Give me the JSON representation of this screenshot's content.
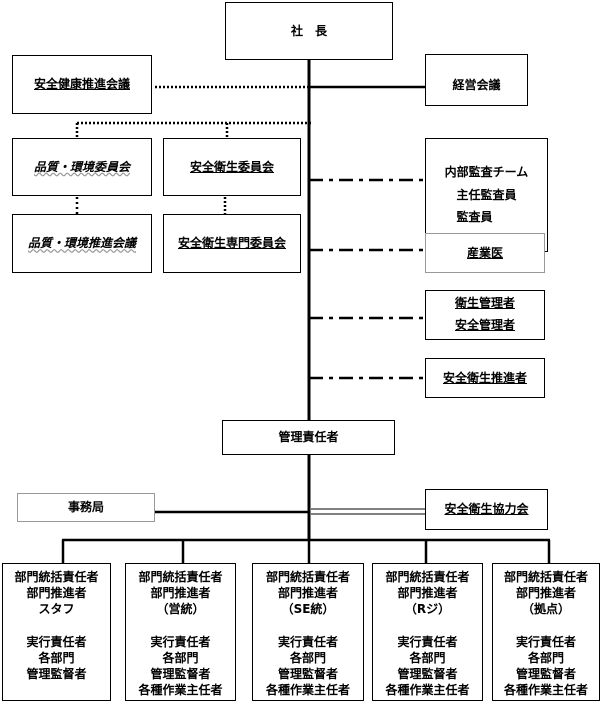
{
  "president": "社　長",
  "safety_health_promotion_meeting": "安全健康推進会議",
  "management_meeting": "経営会議",
  "quality_env_committee": "品質・環境委員会",
  "safety_health_committee": "安全衛生委員会",
  "quality_env_promotion_meeting": "品質・環境推進会議",
  "safety_health_expert_committee": "安全衛生専門委員会",
  "internal_audit": [
    "内部監査チーム",
    "主任監査員",
    "監査員"
  ],
  "industrial_physician": "産業医",
  "managers": [
    "衛生管理者",
    "安全管理者"
  ],
  "safety_health_promoter": "安全衛生推進者",
  "management_representative": "管理責任者",
  "secretariat": "事務局",
  "safety_health_cooperation": "安全衛生協力会",
  "departments": [
    {
      "lines": [
        "部門統括責任者",
        "部門推進者",
        "スタフ",
        "",
        "実行責任者",
        "各部門",
        "管理監督者"
      ]
    },
    {
      "lines": [
        "部門統括責任者",
        "部門推進者",
        "（営統）",
        "",
        "実行責任者",
        "各部門",
        "管理監督者",
        "各種作業主任者"
      ]
    },
    {
      "lines": [
        "部門統括責任者",
        "部門推進者",
        "（SE統）",
        "",
        "実行責任者",
        "各部門",
        "管理監督者",
        "各種作業主任者"
      ]
    },
    {
      "lines": [
        "部門統括責任者",
        "部門推進者",
        "（Rジ）",
        "",
        "実行責任者",
        "各部門",
        "管理監督者",
        "各種作業主任者"
      ]
    },
    {
      "lines": [
        "部門統括責任者",
        "部門推進者",
        "（拠点）",
        "",
        "実行責任者",
        "各部門",
        "管理監督者",
        "各種作業主任者"
      ]
    }
  ]
}
